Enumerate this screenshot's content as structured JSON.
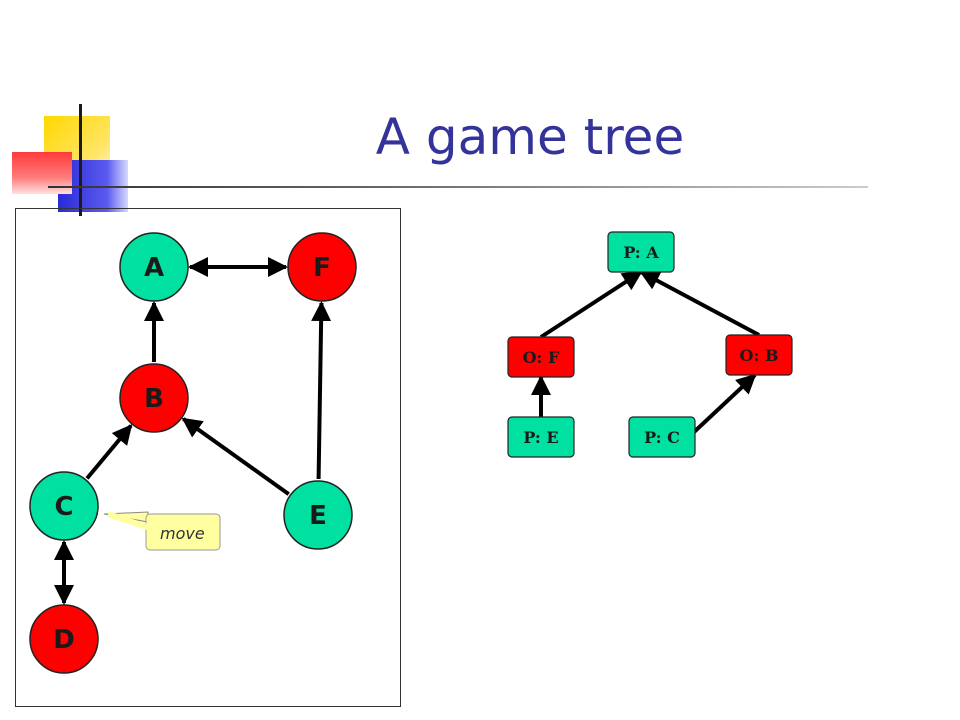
{
  "title": "A game tree",
  "colors": {
    "title": "#333399",
    "green": "#00E0A0",
    "red": "#FF0000",
    "callout": "#FFFFA0"
  },
  "graph": {
    "nodes": [
      {
        "id": "A",
        "label": "A",
        "color": "green"
      },
      {
        "id": "F",
        "label": "F",
        "color": "red"
      },
      {
        "id": "B",
        "label": "B",
        "color": "red"
      },
      {
        "id": "C",
        "label": "C",
        "color": "green"
      },
      {
        "id": "E",
        "label": "E",
        "color": "green"
      },
      {
        "id": "D",
        "label": "D",
        "color": "red"
      }
    ],
    "edges": [
      {
        "from": "A",
        "to": "F",
        "directed": "both"
      },
      {
        "from": "B",
        "to": "A",
        "directed": "forward"
      },
      {
        "from": "C",
        "to": "B",
        "directed": "forward"
      },
      {
        "from": "E",
        "to": "B",
        "directed": "forward"
      },
      {
        "from": "E",
        "to": "F",
        "directed": "forward"
      },
      {
        "from": "C",
        "to": "D",
        "directed": "both"
      }
    ],
    "callout": "move"
  },
  "tree": {
    "nodes": [
      {
        "id": "PA",
        "label": "P: A",
        "color": "green"
      },
      {
        "id": "OF",
        "label": "O: F",
        "color": "red"
      },
      {
        "id": "OB",
        "label": "O: B",
        "color": "red"
      },
      {
        "id": "PE",
        "label": "P: E",
        "color": "green"
      },
      {
        "id": "PC",
        "label": "P: C",
        "color": "green"
      }
    ],
    "edges": [
      {
        "from": "OF",
        "to": "PA"
      },
      {
        "from": "OB",
        "to": "PA"
      },
      {
        "from": "PE",
        "to": "OF"
      },
      {
        "from": "PC",
        "to": "OB"
      }
    ]
  }
}
